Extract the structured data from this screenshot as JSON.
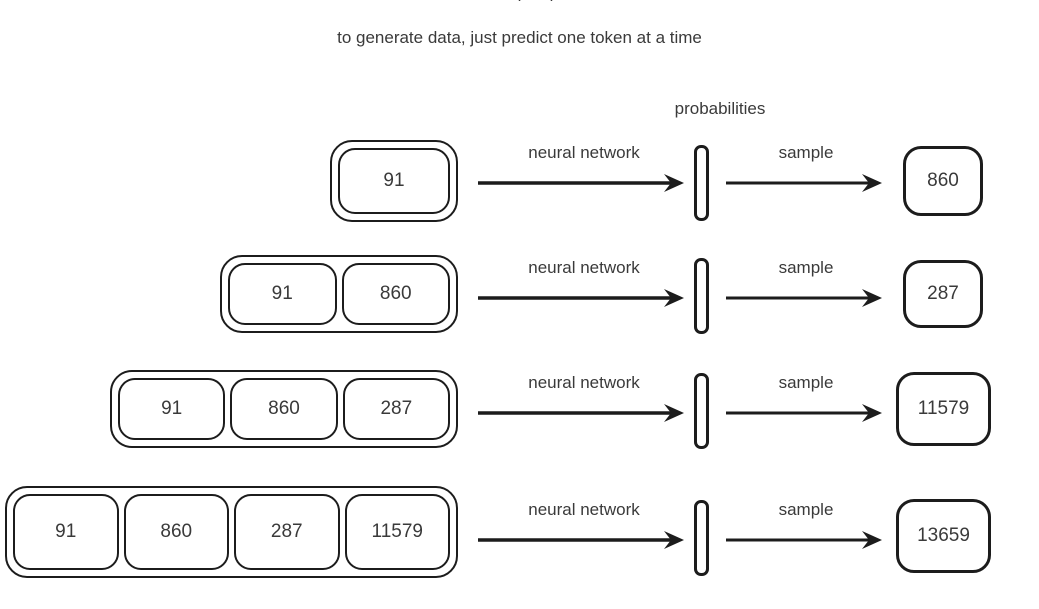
{
  "caption": {
    "clipped_previous_line": "sampling",
    "text": "to generate data, just predict one token at a time"
  },
  "labels": {
    "probabilities": "probabilities",
    "neural_network": "neural network",
    "sample": "sample"
  },
  "colors": {
    "stroke": "#1c1c1c",
    "text": "#3a3a3a",
    "background": "#ffffff"
  },
  "rows": [
    {
      "context_tokens": [
        "91"
      ],
      "neural_network_label": "neural network",
      "sample_label": "sample",
      "output": "860"
    },
    {
      "context_tokens": [
        "91",
        "860"
      ],
      "neural_network_label": "neural network",
      "sample_label": "sample",
      "output": "287"
    },
    {
      "context_tokens": [
        "91",
        "860",
        "287"
      ],
      "neural_network_label": "neural network",
      "sample_label": "sample",
      "output": "11579"
    },
    {
      "context_tokens": [
        "91",
        "860",
        "287",
        "11579"
      ],
      "neural_network_label": "neural network",
      "sample_label": "sample",
      "output": "13659"
    }
  ]
}
